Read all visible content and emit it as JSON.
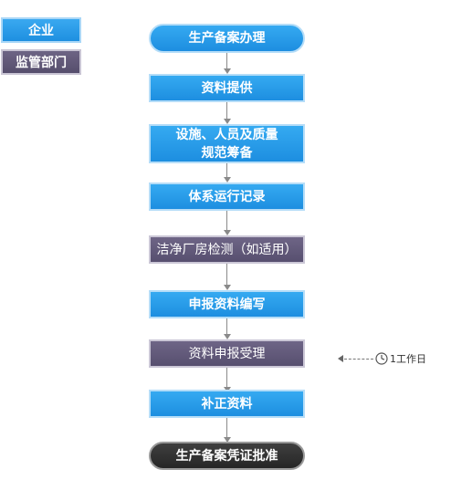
{
  "legend": {
    "company": "企业",
    "regulator": "监管部门"
  },
  "steps": [
    {
      "label": "生产备案办理",
      "role": "company"
    },
    {
      "label": "资料提供",
      "role": "company"
    },
    {
      "label": "设施、人员及质量\n规范筹备",
      "role": "company"
    },
    {
      "label": "体系运行记录",
      "role": "company"
    },
    {
      "label": "洁净厂房检测（如适用）",
      "role": "regulator"
    },
    {
      "label": "申报资料编写",
      "role": "company"
    },
    {
      "label": "资料申报受理",
      "role": "regulator"
    },
    {
      "label": "补正资料",
      "role": "company"
    },
    {
      "label": "生产备案凭证批准",
      "role": "end"
    }
  ],
  "timer": {
    "label": "1工作日",
    "icon": "clock-icon"
  },
  "colors": {
    "company": "#2a9de8",
    "regulator": "#635a7a",
    "end": "#333333"
  }
}
